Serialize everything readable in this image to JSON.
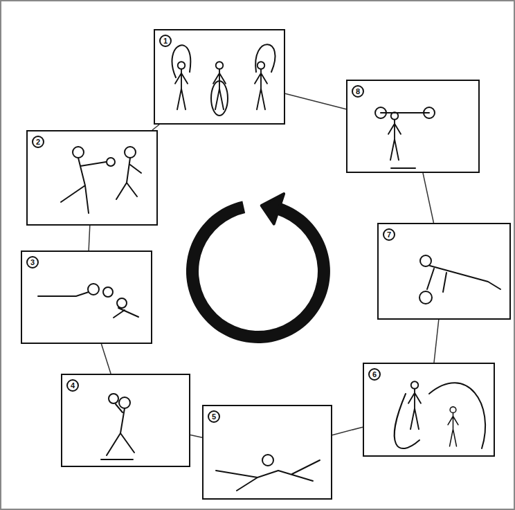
{
  "diagram": {
    "nodes": [
      {
        "text": [
          "1"
        ]
      },
      {
        "text": [
          "2"
        ]
      },
      {
        "text": [
          "3"
        ]
      },
      {
        "text": [
          "4"
        ]
      },
      {
        "text": [
          "5"
        ]
      },
      {
        "text": [
          "6"
        ]
      },
      {
        "text": [
          "7"
        ]
      },
      {
        "text": [
          "8"
        ]
      }
    ],
    "edges": [
      {
        "from": 0,
        "to": 1,
        "arrow": "none"
      },
      {
        "from": 1,
        "to": 2,
        "arrow": "none"
      },
      {
        "from": 2,
        "to": 3,
        "arrow": "none"
      },
      {
        "from": 3,
        "to": 4,
        "arrow": "none"
      },
      {
        "from": 4,
        "to": 5,
        "arrow": "none"
      },
      {
        "from": 5,
        "to": 6,
        "arrow": "none"
      },
      {
        "from": 6,
        "to": 7,
        "arrow": "none"
      },
      {
        "from": 7,
        "to": 0,
        "arrow": "none"
      }
    ]
  }
}
